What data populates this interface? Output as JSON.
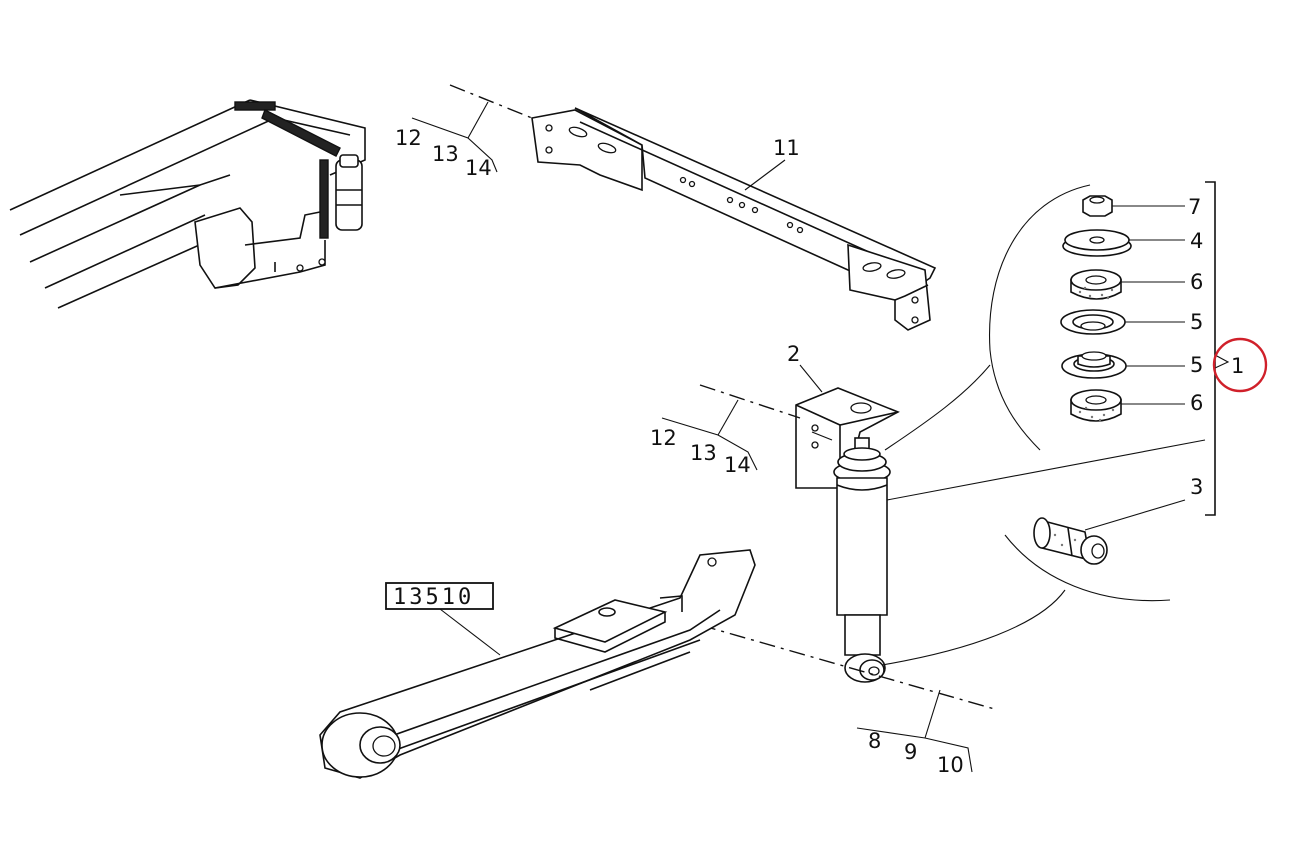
{
  "reference_box": "13510",
  "labels": {
    "l11": "11",
    "l12a": "12",
    "l13a": "13",
    "l14a": "14",
    "l2": "2",
    "l12b": "12",
    "l13b": "13",
    "l14b": "14",
    "l7": "7",
    "l4": "4",
    "l6a": "6",
    "l5a": "5",
    "l5b": "5",
    "l6b": "6",
    "l1": "1",
    "l3": "3",
    "l8": "8",
    "l9": "9",
    "l10": "10"
  },
  "colors": {
    "line": "#111111",
    "highlight": "#d0202a",
    "background": "#ffffff"
  }
}
